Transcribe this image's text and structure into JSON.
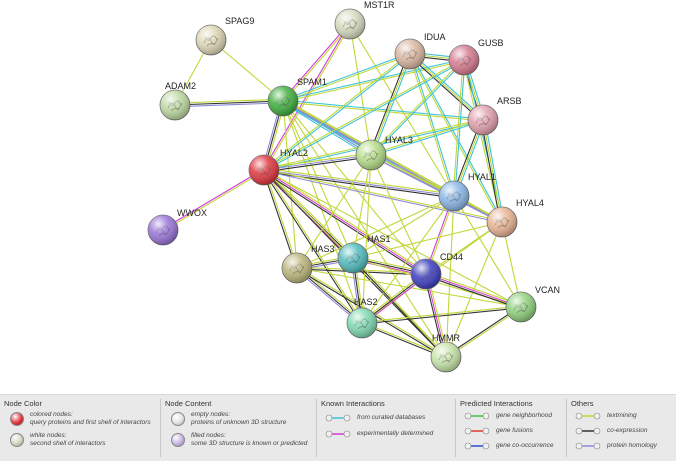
{
  "network": {
    "nodes": [
      {
        "id": "SPAG9",
        "label": "SPAG9",
        "color": "#ddd6b4"
      },
      {
        "id": "MST1R",
        "label": "MST1R",
        "color": "#d7dbbf"
      },
      {
        "id": "IDUA",
        "label": "IDUA",
        "color": "#d9b6a0"
      },
      {
        "id": "GUSB",
        "label": "GUSB",
        "color": "#d67a8e"
      },
      {
        "id": "ADAM2",
        "label": "ADAM2",
        "color": "#bcd8a0"
      },
      {
        "id": "SPAM1",
        "label": "SPAM1",
        "color": "#3fae3f"
      },
      {
        "id": "ARSB",
        "label": "ARSB",
        "color": "#e2a0ad"
      },
      {
        "id": "HYAL3",
        "label": "HYAL3",
        "color": "#b6dc88"
      },
      {
        "id": "HYAL2",
        "label": "HYAL2",
        "color": "#e0353d"
      },
      {
        "id": "HYAL1",
        "label": "HYAL1",
        "color": "#8ab6e6"
      },
      {
        "id": "HYAL4",
        "label": "HYAL4",
        "color": "#e8b493"
      },
      {
        "id": "WWOX",
        "label": "WWOX",
        "color": "#9a74d8"
      },
      {
        "id": "HAS3",
        "label": "HAS3",
        "color": "#bcb67c"
      },
      {
        "id": "HAS1",
        "label": "HAS1",
        "color": "#52bcbc"
      },
      {
        "id": "CD44",
        "label": "CD44",
        "color": "#3e3ec0"
      },
      {
        "id": "VCAN",
        "label": "VCAN",
        "color": "#8fd07e"
      },
      {
        "id": "HAS2",
        "label": "HAS2",
        "color": "#7ed8b0"
      },
      {
        "id": "HMMR",
        "label": "HMMR",
        "color": "#c6e3a8"
      }
    ],
    "edges": [
      {
        "from": "SPAG9",
        "to": "ADAM2",
        "types": [
          "textmining"
        ]
      },
      {
        "from": "SPAG9",
        "to": "SPAM1",
        "types": [
          "textmining"
        ]
      },
      {
        "from": "ADAM2",
        "to": "SPAM1",
        "types": [
          "textmining",
          "co-expression",
          "protein-homology"
        ]
      },
      {
        "from": "MST1R",
        "to": "SPAM1",
        "types": [
          "textmining",
          "experimentally-determined"
        ]
      },
      {
        "from": "MST1R",
        "to": "HYAL2",
        "types": [
          "textmining",
          "experimentally-determined"
        ]
      },
      {
        "from": "MST1R",
        "to": "HYAL3",
        "types": [
          "textmining"
        ]
      },
      {
        "from": "MST1R",
        "to": "HYAL1",
        "types": [
          "textmining"
        ]
      },
      {
        "from": "SPAM1",
        "to": "IDUA",
        "types": [
          "curated-databases",
          "textmining"
        ]
      },
      {
        "from": "SPAM1",
        "to": "GUSB",
        "types": [
          "curated-databases",
          "textmining"
        ]
      },
      {
        "from": "SPAM1",
        "to": "ARSB",
        "types": [
          "curated-databases",
          "textmining"
        ]
      },
      {
        "from": "SPAM1",
        "to": "HYAL2",
        "types": [
          "textmining",
          "co-expression",
          "protein-homology"
        ]
      },
      {
        "from": "SPAM1",
        "to": "HYAL3",
        "types": [
          "textmining",
          "protein-homology",
          "curated-databases"
        ]
      },
      {
        "from": "SPAM1",
        "to": "HYAL1",
        "types": [
          "textmining",
          "protein-homology",
          "curated-databases"
        ]
      },
      {
        "from": "SPAM1",
        "to": "HYAL4",
        "types": [
          "textmining",
          "protein-homology"
        ]
      },
      {
        "from": "SPAM1",
        "to": "HAS1",
        "types": [
          "textmining"
        ]
      },
      {
        "from": "SPAM1",
        "to": "HAS3",
        "types": [
          "textmining"
        ]
      },
      {
        "from": "SPAM1",
        "to": "CD44",
        "types": [
          "textmining"
        ]
      },
      {
        "from": "SPAM1",
        "to": "HAS2",
        "types": [
          "textmining"
        ]
      },
      {
        "from": "SPAM1",
        "to": "HMMR",
        "types": [
          "textmining"
        ]
      },
      {
        "from": "IDUA",
        "to": "GUSB",
        "types": [
          "curated-databases",
          "textmining",
          "co-expression"
        ]
      },
      {
        "from": "IDUA",
        "to": "ARSB",
        "types": [
          "curated-databases",
          "textmining",
          "co-expression"
        ]
      },
      {
        "from": "GUSB",
        "to": "ARSB",
        "types": [
          "curated-databases",
          "textmining",
          "co-expression"
        ]
      },
      {
        "from": "IDUA",
        "to": "HYAL2",
        "types": [
          "curated-databases",
          "textmining"
        ]
      },
      {
        "from": "IDUA",
        "to": "HYAL3",
        "types": [
          "curated-databases",
          "textmining",
          "co-expression"
        ]
      },
      {
        "from": "IDUA",
        "to": "HYAL1",
        "types": [
          "curated-databases",
          "textmining"
        ]
      },
      {
        "from": "IDUA",
        "to": "HYAL4",
        "types": [
          "curated-databases",
          "textmining"
        ]
      },
      {
        "from": "GUSB",
        "to": "HYAL2",
        "types": [
          "curated-databases",
          "textmining"
        ]
      },
      {
        "from": "GUSB",
        "to": "HYAL3",
        "types": [
          "curated-databases",
          "textmining"
        ]
      },
      {
        "from": "GUSB",
        "to": "HYAL1",
        "types": [
          "curated-databases",
          "textmining"
        ]
      },
      {
        "from": "GUSB",
        "to": "HYAL4",
        "types": [
          "curated-databases",
          "textmining"
        ]
      },
      {
        "from": "ARSB",
        "to": "HYAL2",
        "types": [
          "curated-databases",
          "textmining"
        ]
      },
      {
        "from": "ARSB",
        "to": "HYAL3",
        "types": [
          "curated-databases",
          "textmining"
        ]
      },
      {
        "from": "ARSB",
        "to": "HYAL1",
        "types": [
          "curated-databases",
          "textmining",
          "co-expression"
        ]
      },
      {
        "from": "ARSB",
        "to": "HYAL4",
        "types": [
          "curated-databases",
          "textmining",
          "co-expression"
        ]
      },
      {
        "from": "HYAL2",
        "to": "HYAL3",
        "types": [
          "textmining",
          "protein-homology",
          "co-expression"
        ]
      },
      {
        "from": "HYAL2",
        "to": "HYAL1",
        "types": [
          "textmining",
          "protein-homology",
          "co-expression"
        ]
      },
      {
        "from": "HYAL2",
        "to": "HYAL4",
        "types": [
          "textmining",
          "protein-homology"
        ]
      },
      {
        "from": "HYAL2",
        "to": "WWOX",
        "types": [
          "textmining",
          "experimentally-determined"
        ]
      },
      {
        "from": "HYAL2",
        "to": "HAS3",
        "types": [
          "textmining",
          "co-expression"
        ]
      },
      {
        "from": "HYAL2",
        "to": "HAS1",
        "types": [
          "textmining",
          "co-expression",
          "experimentally-determined"
        ]
      },
      {
        "from": "HYAL2",
        "to": "CD44",
        "types": [
          "textmining",
          "experimentally-determined",
          "co-expression"
        ]
      },
      {
        "from": "HYAL2",
        "to": "HAS2",
        "types": [
          "textmining",
          "co-expression"
        ]
      },
      {
        "from": "HYAL2",
        "to": "HMMR",
        "types": [
          "textmining",
          "co-expression"
        ]
      },
      {
        "from": "HYAL2",
        "to": "VCAN",
        "types": [
          "textmining"
        ]
      },
      {
        "from": "HYAL3",
        "to": "HYAL1",
        "types": [
          "textmining",
          "protein-homology"
        ]
      },
      {
        "from": "HYAL3",
        "to": "HYAL4",
        "types": [
          "textmining",
          "protein-homology"
        ]
      },
      {
        "from": "HYAL3",
        "to": "HAS1",
        "types": [
          "textmining"
        ]
      },
      {
        "from": "HYAL3",
        "to": "HAS3",
        "types": [
          "textmining"
        ]
      },
      {
        "from": "HYAL3",
        "to": "CD44",
        "types": [
          "textmining"
        ]
      },
      {
        "from": "HYAL3",
        "to": "HAS2",
        "types": [
          "textmining"
        ]
      },
      {
        "from": "HYAL1",
        "to": "HYAL4",
        "types": [
          "textmining",
          "protein-homology"
        ]
      },
      {
        "from": "HYAL1",
        "to": "HAS1",
        "types": [
          "textmining"
        ]
      },
      {
        "from": "HYAL1",
        "to": "HAS3",
        "types": [
          "textmining"
        ]
      },
      {
        "from": "HYAL1",
        "to": "CD44",
        "types": [
          "textmining",
          "experimentally-determined"
        ]
      },
      {
        "from": "HYAL1",
        "to": "HAS2",
        "types": [
          "textmining"
        ]
      },
      {
        "from": "HYAL1",
        "to": "VCAN",
        "types": [
          "textmining"
        ]
      },
      {
        "from": "HYAL1",
        "to": "HMMR",
        "types": [
          "textmining"
        ]
      },
      {
        "from": "HYAL4",
        "to": "CD44",
        "types": [
          "textmining"
        ]
      },
      {
        "from": "HYAL4",
        "to": "VCAN",
        "types": [
          "textmining"
        ]
      },
      {
        "from": "HYAL4",
        "to": "HAS1",
        "types": [
          "textmining"
        ]
      },
      {
        "from": "HYAL4",
        "to": "HAS2",
        "types": [
          "textmining"
        ]
      },
      {
        "from": "HYAL4",
        "to": "HMMR",
        "types": [
          "textmining"
        ]
      },
      {
        "from": "HAS3",
        "to": "HAS1",
        "types": [
          "textmining",
          "co-expression",
          "protein-homology"
        ]
      },
      {
        "from": "HAS3",
        "to": "HAS2",
        "types": [
          "textmining",
          "co-expression",
          "protein-homology"
        ]
      },
      {
        "from": "HAS3",
        "to": "CD44",
        "types": [
          "textmining",
          "co-expression"
        ]
      },
      {
        "from": "HAS3",
        "to": "HMMR",
        "types": [
          "textmining",
          "co-expression"
        ]
      },
      {
        "from": "HAS3",
        "to": "VCAN",
        "types": [
          "textmining"
        ]
      },
      {
        "from": "HAS1",
        "to": "HAS2",
        "types": [
          "textmining",
          "co-expression",
          "protein-homology"
        ]
      },
      {
        "from": "HAS1",
        "to": "CD44",
        "types": [
          "textmining",
          "co-expression",
          "experimentally-determined"
        ]
      },
      {
        "from": "HAS1",
        "to": "HMMR",
        "types": [
          "textmining",
          "co-expression"
        ]
      },
      {
        "from": "HAS1",
        "to": "VCAN",
        "types": [
          "textmining"
        ]
      },
      {
        "from": "HAS2",
        "to": "CD44",
        "types": [
          "textmining",
          "co-expression",
          "experimentally-determined"
        ]
      },
      {
        "from": "HAS2",
        "to": "HMMR",
        "types": [
          "textmining",
          "co-expression"
        ]
      },
      {
        "from": "HAS2",
        "to": "VCAN",
        "types": [
          "textmining",
          "co-expression"
        ]
      },
      {
        "from": "CD44",
        "to": "VCAN",
        "types": [
          "textmining",
          "experimentally-determined",
          "co-expression"
        ]
      },
      {
        "from": "CD44",
        "to": "HMMR",
        "types": [
          "textmining",
          "experimentally-determined",
          "co-expression"
        ]
      },
      {
        "from": "VCAN",
        "to": "HMMR",
        "types": [
          "textmining",
          "co-expression"
        ]
      }
    ]
  },
  "edge_colors": {
    "curated-databases": "#3ec4d8",
    "experimentally-determined": "#d63cd8",
    "gene-neighborhood": "#3fbf3f",
    "gene-fusions": "#e23a2c",
    "gene-co-occurrence": "#2c4ad6",
    "textmining": "#c2d63a",
    "co-expression": "#333333",
    "protein-homology": "#8a8ad8"
  },
  "legend": {
    "node_color": {
      "title": "Node Color",
      "colored_line1": "colored nodes:",
      "colored_line2": "query proteins and first shell of interactors",
      "white_line1": "white nodes:",
      "white_line2": "second shell of interactors"
    },
    "node_content": {
      "title": "Node Content",
      "empty_line1": "empty nodes:",
      "empty_line2": "proteins of unknown 3D structure",
      "filled_line1": "filled nodes:",
      "filled_line2": "some 3D structure is known or predicted"
    },
    "known": {
      "title": "Known Interactions",
      "curated": "from curated databases",
      "experimental": "experimentally determined"
    },
    "predicted": {
      "title": "Predicted Interactions",
      "neighborhood": "gene neighborhood",
      "fusions": "gene fusions",
      "cooccurrence": "gene co-occurrence"
    },
    "others": {
      "title": "Others",
      "textmining": "textmining",
      "coexpression": "co-expression",
      "homology": "protein homology"
    }
  }
}
